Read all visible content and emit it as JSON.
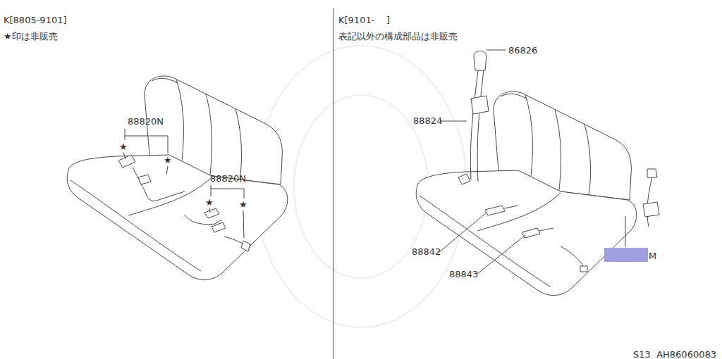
{
  "diagram": {
    "caption": "S13  AH86060083",
    "nodes": [
      {
        "text": [
          "M"
        ]
      }
    ],
    "edges": [],
    "labels": [
      "K[8805-9101]",
      "★印は非販売",
      "88820N",
      "★",
      "★",
      "88820N",
      "★",
      "★",
      "K[9101-    ]",
      "表記以外の構成部品は非販売",
      "86826",
      "88824",
      "88842",
      "88843"
    ]
  }
}
